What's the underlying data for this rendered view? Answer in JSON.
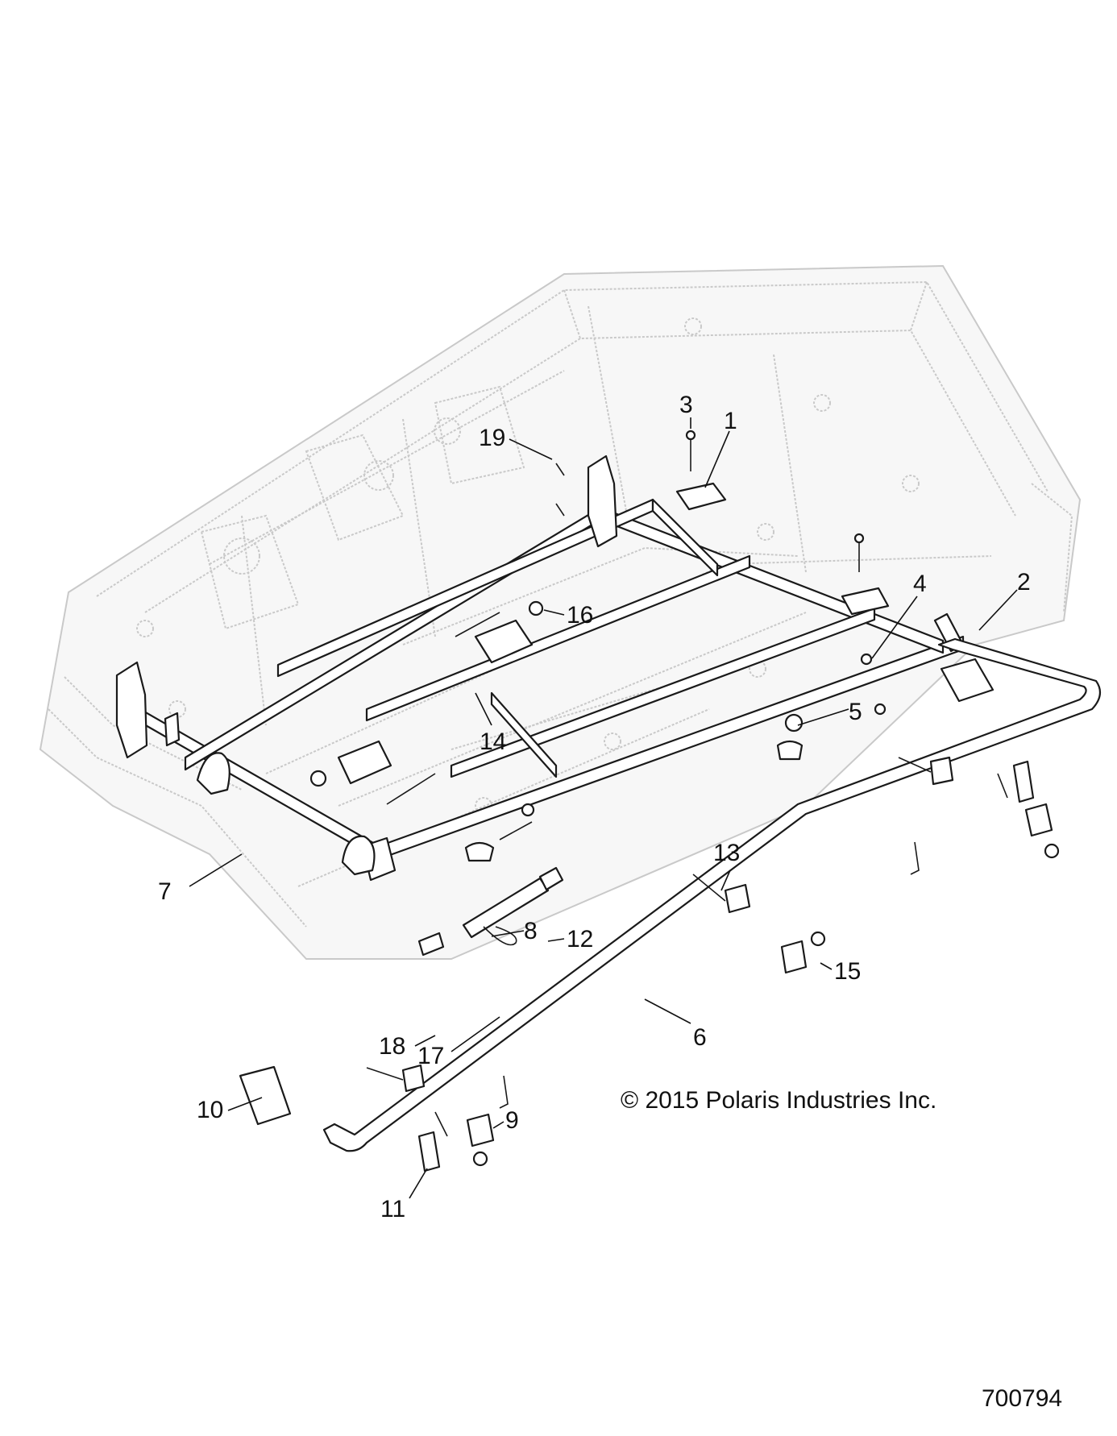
{
  "callouts": [
    {
      "id": "c1",
      "text": "1"
    },
    {
      "id": "c2",
      "text": "2"
    },
    {
      "id": "c3",
      "text": "3"
    },
    {
      "id": "c4",
      "text": "4"
    },
    {
      "id": "c5",
      "text": "5"
    },
    {
      "id": "c6",
      "text": "6"
    },
    {
      "id": "c7",
      "text": "7"
    },
    {
      "id": "c8",
      "text": "8"
    },
    {
      "id": "c9",
      "text": "9"
    },
    {
      "id": "c10",
      "text": "10"
    },
    {
      "id": "c11",
      "text": "11"
    },
    {
      "id": "c12",
      "text": "12"
    },
    {
      "id": "c13",
      "text": "13"
    },
    {
      "id": "c14",
      "text": "14"
    },
    {
      "id": "c15",
      "text": "15"
    },
    {
      "id": "c16",
      "text": "16"
    },
    {
      "id": "c17",
      "text": "17"
    },
    {
      "id": "c18",
      "text": "18"
    },
    {
      "id": "c19",
      "text": "19"
    }
  ],
  "copyright": "© 2015 Polaris Industries Inc.",
  "doc_number": "700794"
}
